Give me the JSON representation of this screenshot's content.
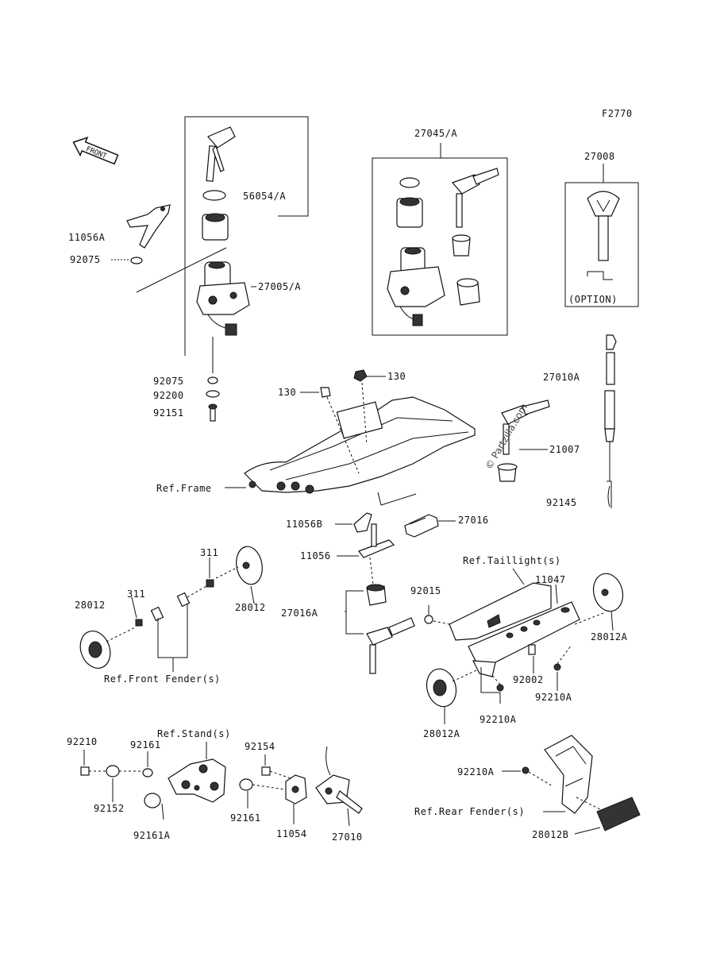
{
  "diagram_code": "F2770",
  "front_arrow": "FRONT",
  "watermark": "© Partzilla.com",
  "option_label": "(OPTION)",
  "labels": {
    "p56054a": "56054/A",
    "p11056a": "11056A",
    "p92075_top": "92075",
    "p27005a": "27005/A",
    "p92075_b": "92075",
    "p92200": "92200",
    "p92151": "92151",
    "p27045a": "27045/A",
    "p27008": "27008",
    "p130_r": "130",
    "p130_l": "130",
    "p27010a": "27010A",
    "p21007": "21007",
    "p92145": "92145",
    "ref_frame": "Ref.Frame",
    "p11056b": "11056B",
    "p27016": "27016",
    "p11056": "11056",
    "p311_top": "311",
    "p28012_l": "28012",
    "p311": "311",
    "p28012_r": "28012",
    "ref_front_fender": "Ref.Front Fender(s)",
    "ref_taillight": "Ref.Taillight(s)",
    "p11047": "11047",
    "p27016a": "27016A",
    "p92015": "92015",
    "p28012a_r": "28012A",
    "p92002": "92002",
    "p92210a_r": "92210A",
    "p92210a_m": "92210A",
    "p28012a_m": "28012A",
    "ref_stand": "Ref.Stand(s)",
    "p92210": "92210",
    "p92161_t": "92161",
    "p92154": "92154",
    "p92152": "92152",
    "p92161_b": "92161",
    "p11054": "11054",
    "p27010": "27010",
    "p92161a": "92161A",
    "p92210a_b": "92210A",
    "ref_rear_fender": "Ref.Rear Fender(s)",
    "p28012b": "28012B"
  }
}
